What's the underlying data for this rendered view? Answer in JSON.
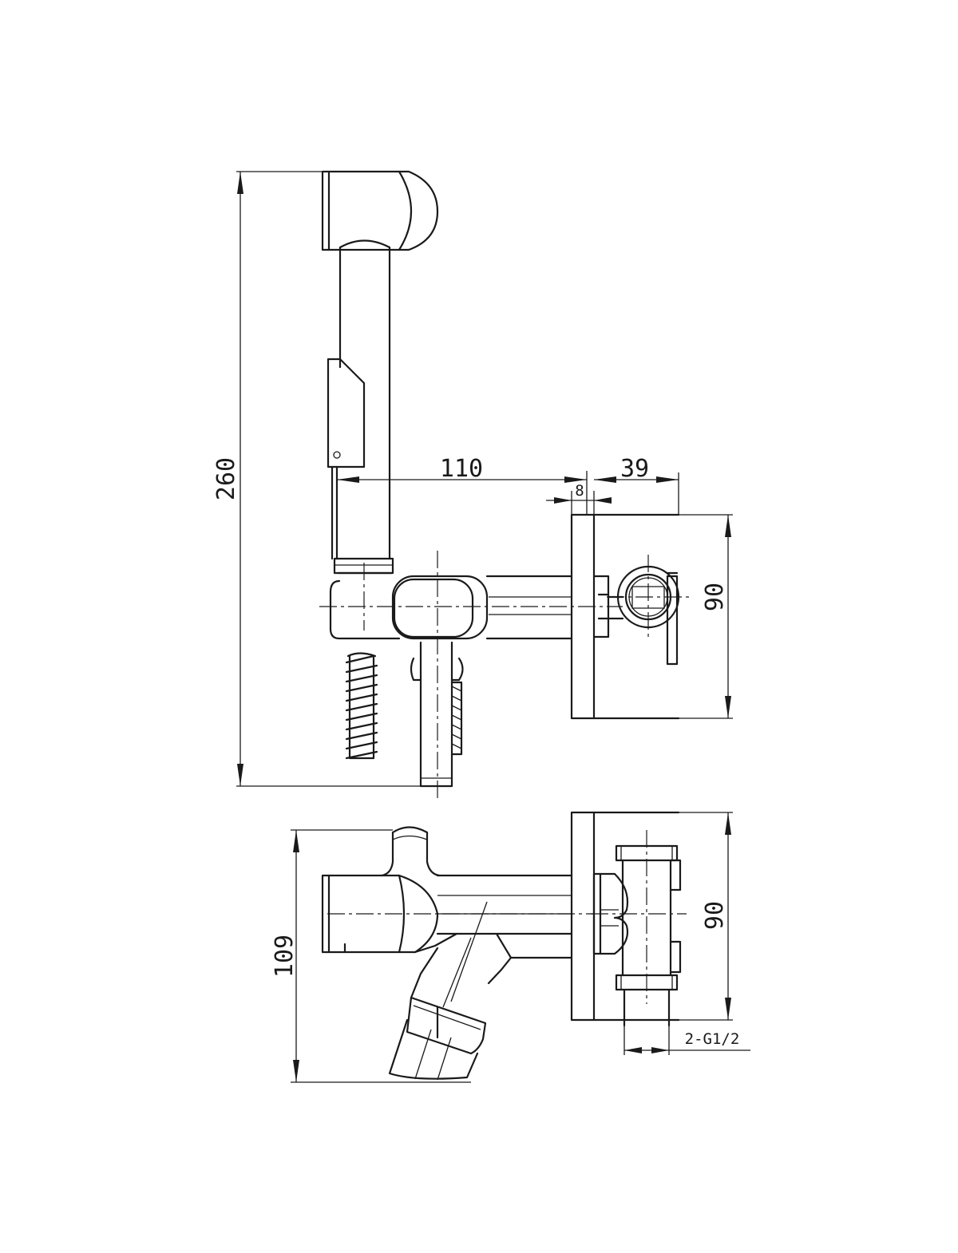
{
  "dimensions": {
    "overall_height": "260",
    "arm_length": "110",
    "flange_offset": "8",
    "box_depth": "39",
    "box_height_side": "90",
    "top_view_depth": "109",
    "box_height_top": "90",
    "connection": "2-G1/2"
  },
  "colors": {
    "line": "#1a1a1a",
    "background": "#ffffff"
  }
}
